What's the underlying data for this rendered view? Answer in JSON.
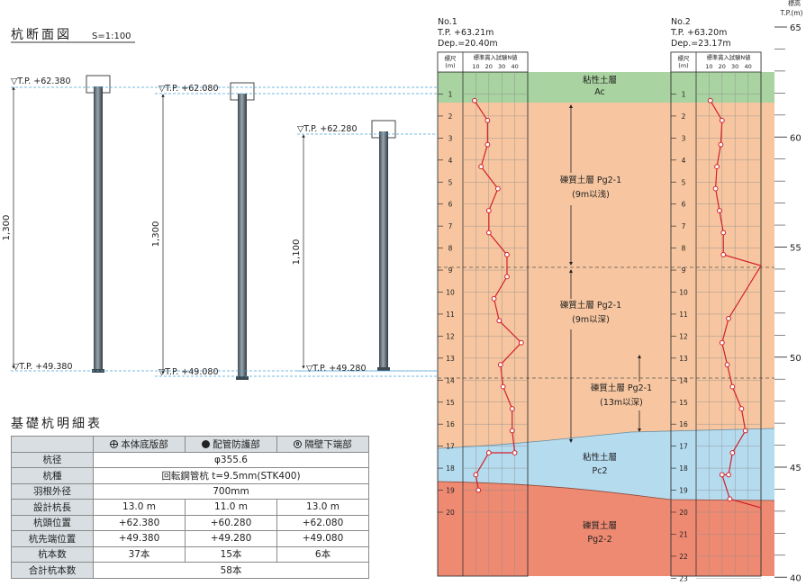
{
  "title": "杭断面図",
  "scale": "S=1:100",
  "piles": [
    {
      "top": "▽T.P. +62.380",
      "bottom": "▽T.P. +49.380",
      "length": "1,300"
    },
    {
      "top": "▽T.P. +62.080",
      "bottom": "▽T.P. +49.080",
      "length": "1,300"
    },
    {
      "top": "▽T.P. +62.280",
      "bottom": "▽T.P. +49.280",
      "length": "1,100"
    }
  ],
  "boreholes": [
    {
      "no": "No.1",
      "tp": "T.P. +63.21m",
      "dep": "Dep.=20.40m",
      "depth_head": "標尺",
      "depth_unit": "(m)",
      "n_head": "標準貫入試験N値",
      "n_ticks": [
        "10",
        "20",
        "30",
        "40"
      ],
      "depth_labels": [
        "1",
        "2",
        "3",
        "4",
        "5",
        "6",
        "7",
        "8",
        "9",
        "10",
        "11",
        "12",
        "13",
        "14",
        "15",
        "16",
        "17",
        "18",
        "19",
        "20"
      ],
      "n_values": [
        [
          1.3,
          9
        ],
        [
          2.2,
          19
        ],
        [
          3.3,
          19
        ],
        [
          4.3,
          14
        ],
        [
          5.3,
          27
        ],
        [
          6.3,
          20
        ],
        [
          7.3,
          20
        ],
        [
          8.3,
          34
        ],
        [
          9.3,
          34
        ],
        [
          10.3,
          24
        ],
        [
          11.3,
          28
        ],
        [
          12.3,
          45
        ],
        [
          13.3,
          29
        ],
        [
          14.3,
          31
        ],
        [
          15.3,
          38
        ],
        [
          16.3,
          38
        ],
        [
          17.3,
          40
        ],
        [
          17.3,
          20
        ],
        [
          18.3,
          10
        ],
        [
          19,
          12
        ]
      ]
    },
    {
      "no": "No.2",
      "tp": "T.P. +63.20m",
      "dep": "Dep.=23.17m",
      "depth_head": "標尺",
      "depth_unit": "(m)",
      "n_head": "標準貫入試験N値",
      "n_ticks": [
        "10",
        "20",
        "30",
        "40"
      ],
      "depth_labels": [
        "1",
        "2",
        "3",
        "4",
        "5",
        "6",
        "7",
        "8",
        "9",
        "10",
        "11",
        "12",
        "13",
        "14",
        "15",
        "16",
        "17",
        "18",
        "19",
        "20",
        "21",
        "22",
        "23"
      ],
      "n_values": [
        [
          1.3,
          11
        ],
        [
          2.2,
          20
        ],
        [
          3.3,
          19
        ],
        [
          4.3,
          16
        ],
        [
          5.3,
          15
        ],
        [
          6.3,
          18
        ],
        [
          7.3,
          21
        ],
        [
          8.3,
          21
        ],
        [
          8.8,
          50
        ],
        [
          11.2,
          25
        ],
        [
          12.3,
          20
        ],
        [
          13.3,
          24
        ],
        [
          14.3,
          28
        ],
        [
          15.3,
          35
        ],
        [
          16.3,
          38
        ],
        [
          17.3,
          28
        ],
        [
          18.3,
          25
        ],
        [
          18.3,
          20
        ],
        [
          19.4,
          26
        ],
        [
          19.8,
          50
        ]
      ]
    }
  ],
  "strata": [
    {
      "name": "粘性土層",
      "code": "Ac",
      "color": "#a9d3a0"
    },
    {
      "name": "礫質土層 Pg2-1",
      "code": "(9m以浅)",
      "color": "#f7c6a0"
    },
    {
      "name": "礫質土層 Pg2-1",
      "code": "(9m以深)",
      "color": "#f7c6a0"
    },
    {
      "name": "礫質土層 Pg2-1",
      "code": "(13m以深)",
      "color": "#f7c6a0"
    },
    {
      "name": "粘性土層",
      "code": "Pc2",
      "color": "#b5dbef"
    },
    {
      "name": "礫質土層",
      "code": "Pg2-2",
      "color": "#ef8a72"
    }
  ],
  "elev_axis": {
    "label_1": "標高",
    "label_2": "T.P.(m)",
    "ticks": [
      "65",
      "60",
      "55",
      "50",
      "45",
      "40"
    ]
  },
  "table": {
    "title": "基礎杭明細表",
    "columns": [
      {
        "icon": "crosshair-circle-icon",
        "label": "本体底版部"
      },
      {
        "icon": "filled-circle-icon",
        "label": "配管防護部"
      },
      {
        "icon": "double-circle-icon",
        "label": "隔壁下端部"
      }
    ],
    "rows": [
      {
        "label": "杭径",
        "merged": "φ355.6"
      },
      {
        "label": "杭種",
        "merged": "回転鋼管杭 t=9.5mm(STK400)"
      },
      {
        "label": "羽根外径",
        "merged": "700mm"
      },
      {
        "label": "設計杭長",
        "values": [
          "13.0 m",
          "11.0 m",
          "13.0 m"
        ]
      },
      {
        "label": "杭頭位置",
        "values": [
          "+62.380",
          "+60.280",
          "+62.080"
        ]
      },
      {
        "label": "杭先端位置",
        "values": [
          "+49.380",
          "+49.280",
          "+49.080"
        ]
      },
      {
        "label": "杭本数",
        "values": [
          "37本",
          "15本",
          "6本"
        ]
      },
      {
        "label": "合計杭本数",
        "merged": "58本"
      }
    ]
  }
}
